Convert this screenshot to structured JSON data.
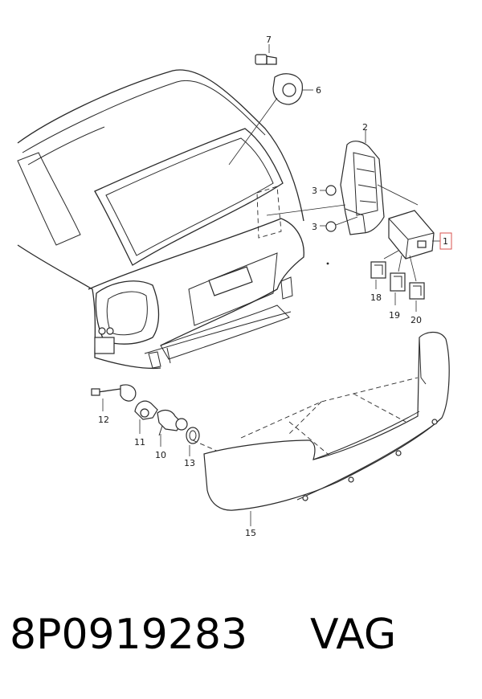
{
  "diagram": {
    "callouts": {
      "c1": "1",
      "c2": "2",
      "c3a": "3",
      "c3b": "3",
      "c6": "6",
      "c7": "7",
      "c10": "10",
      "c11": "11",
      "c12": "12",
      "c13": "13",
      "c15": "15",
      "c18": "18",
      "c19": "19",
      "c20": "20"
    },
    "highlight_color": "#d9534f"
  },
  "footer": {
    "part_number": "8P0919283",
    "brand": "VAG"
  }
}
